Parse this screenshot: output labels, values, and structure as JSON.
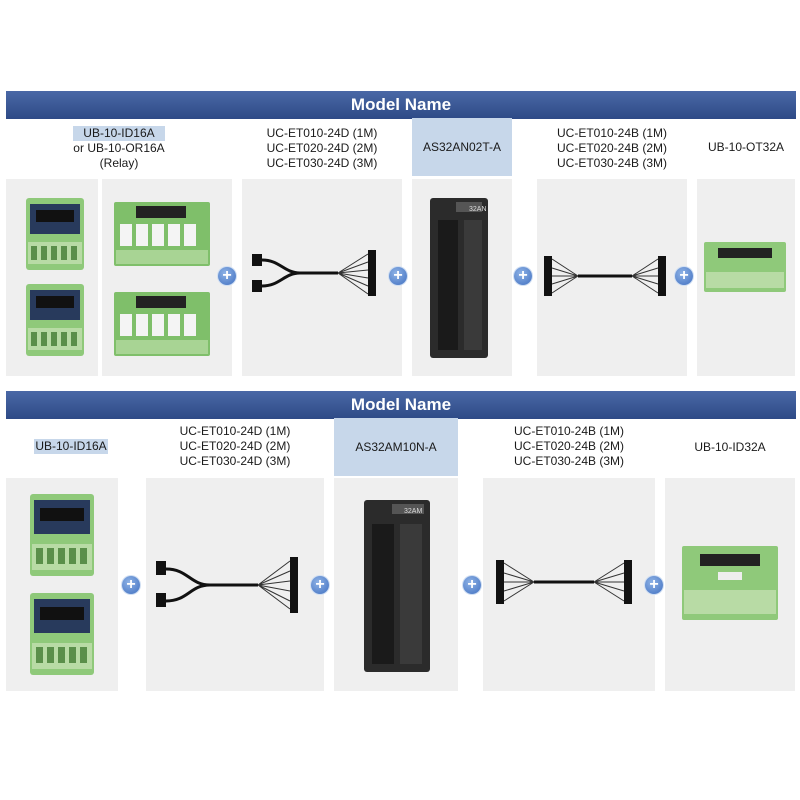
{
  "section1": {
    "title": "Model Name",
    "col1": {
      "a": "UB-10-ID16A",
      "or": "or",
      "b": "UB-10-OR16A",
      "c": "(Relay)"
    },
    "col2": [
      "UC-ET010-24D (1M)",
      "UC-ET020-24D (2M)",
      "UC-ET030-24D (3M)"
    ],
    "col3": "AS32AN02T-A",
    "col4": [
      "UC-ET010-24B (1M)",
      "UC-ET020-24B (2M)",
      "UC-ET030-24B (3M)"
    ],
    "col5": "UB-10-OT32A",
    "module_label": "32AN"
  },
  "section2": {
    "title": "Model Name",
    "col1": "UB-10-ID16A",
    "col2": [
      "UC-ET010-24D (1M)",
      "UC-ET020-24D (2M)",
      "UC-ET030-24D (3M)"
    ],
    "col3": "AS32AM10N-A",
    "col4": [
      "UC-ET010-24B (1M)",
      "UC-ET020-24B (2M)",
      "UC-ET030-24B (3M)"
    ],
    "col5": "UB-10-ID32A",
    "module_label": "32AM"
  },
  "plus_symbol": "+",
  "colors": {
    "banner": "#2e4a86",
    "cell": "#efefef",
    "highlight": "#c7d7ea",
    "board": "#7fbf6a"
  }
}
